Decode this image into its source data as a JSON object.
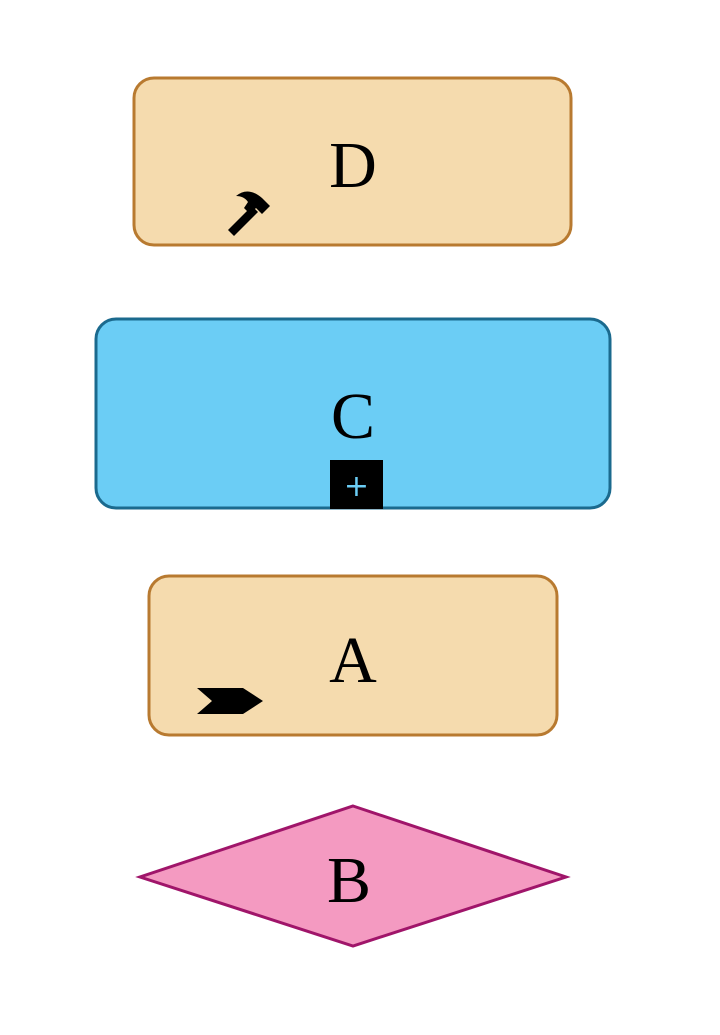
{
  "nodes": [
    {
      "id": "D",
      "label": "D",
      "type": "task",
      "marker": "hammer-icon",
      "fill": "#f5dbae",
      "stroke": "#b87a30"
    },
    {
      "id": "C",
      "label": "C",
      "type": "subprocess",
      "marker": "expand-plus-icon",
      "marker_text": "+",
      "fill": "#6bcdf5",
      "stroke": "#1b6a8e"
    },
    {
      "id": "A",
      "label": "A",
      "type": "task",
      "marker": "send-arrow-icon",
      "fill": "#f5dbae",
      "stroke": "#b87a30"
    },
    {
      "id": "B",
      "label": "B",
      "type": "gateway",
      "fill": "#f49ac1",
      "stroke": "#a0156a"
    }
  ]
}
